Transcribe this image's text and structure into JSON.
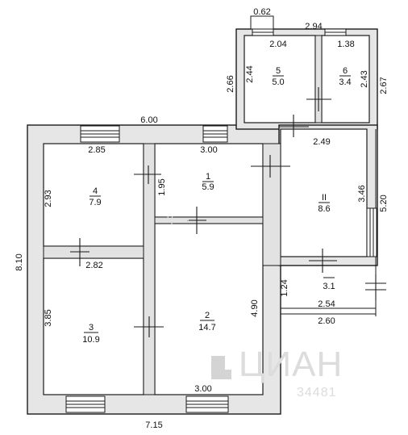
{
  "plan": {
    "dimensions": {
      "overall_top": "6.00",
      "overall_left": "8.10",
      "overall_bottom": "7.15",
      "annex_top": "2.94",
      "annex_top_small": "0.62",
      "annex_left": "2.66",
      "annex_right": "2.67",
      "room5_top": "2.04",
      "room5_left": "2.44",
      "room6_top": "1.38",
      "room6_right": "2.43",
      "room4_top": "2.85",
      "room4_left": "2.93",
      "room4_bottom": "2.82",
      "room1_top": "3.00",
      "room1_side": "1.95",
      "room2_right": "4.90",
      "room2_bottom": "3.00",
      "room3_left": "3.85",
      "roomII_top": "2.49",
      "roomII_right": "3.46",
      "roomII_side": "5.20",
      "porch_left": "1.24",
      "porch_inner": "2.54",
      "porch_outer": "2.60"
    },
    "rooms": [
      {
        "number": "1",
        "area": "5.9"
      },
      {
        "number": "2",
        "area": "14.7"
      },
      {
        "number": "3",
        "area": "10.9"
      },
      {
        "number": "4",
        "area": "7.9"
      },
      {
        "number": "5",
        "area": "5.0"
      },
      {
        "number": "6",
        "area": "3.4"
      },
      {
        "number": "II",
        "area": "8.6"
      },
      {
        "number": "",
        "area": "3.1"
      }
    ],
    "watermark": {
      "brand": "ЦИАН",
      "listing_id": "34481",
      "small_text": "Циан"
    }
  }
}
